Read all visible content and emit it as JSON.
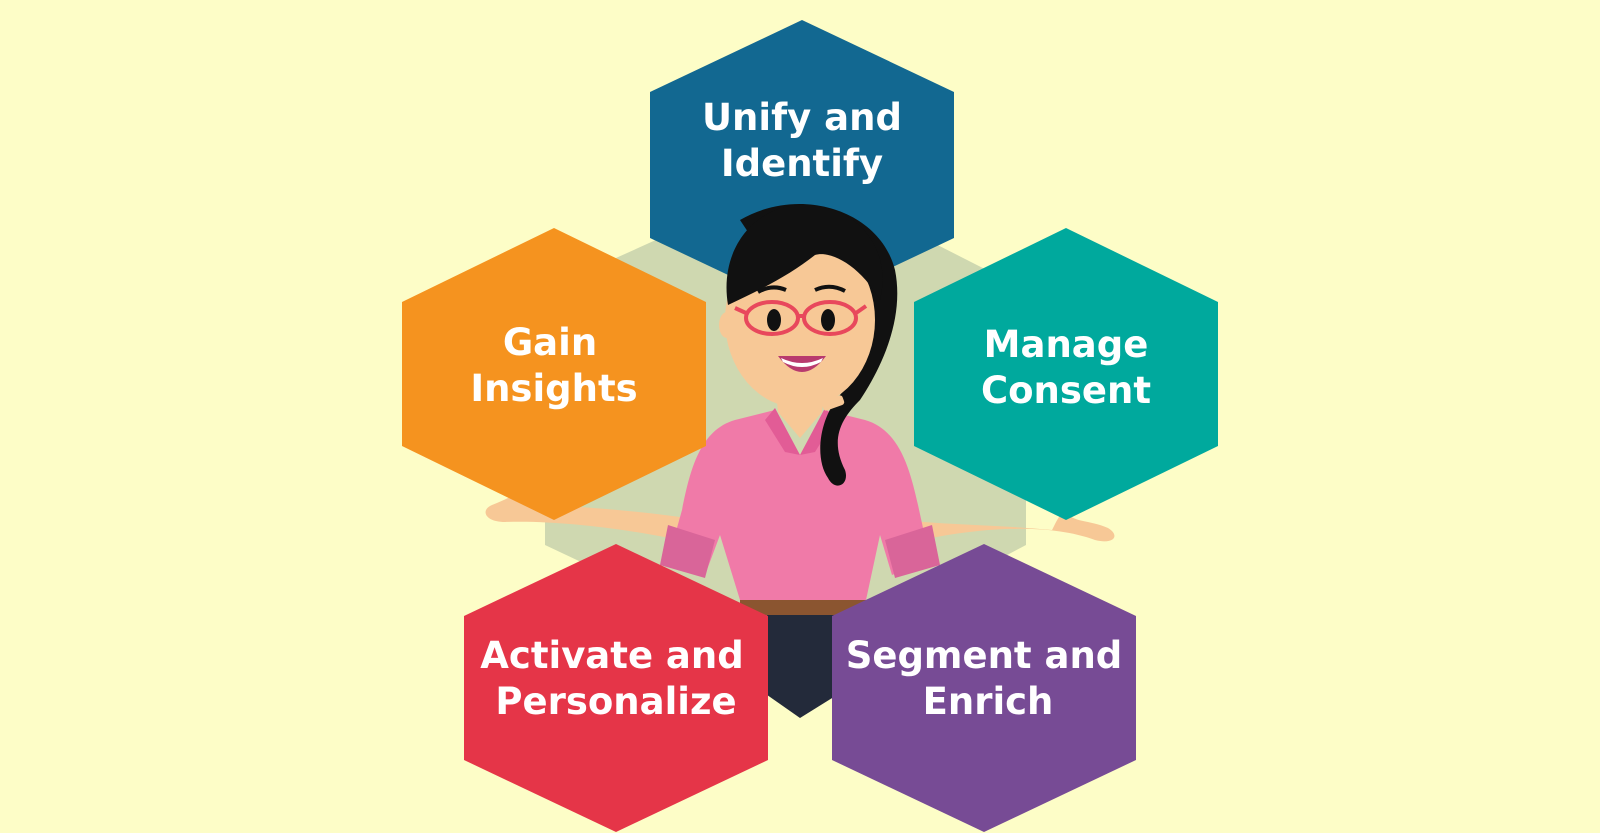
{
  "colors": {
    "background": "#fdfdc7",
    "backdrop_hex": "#cfd8b0",
    "unify": "#126891",
    "manage": "#00a99d",
    "segment": "#774b95",
    "activate": "#e53548",
    "gain": "#f5931f",
    "shirt": "#f07aa8",
    "hair": "#111111",
    "skin": "#f7c896",
    "glasses": "#e8485c",
    "belt": "#8b5530",
    "pants": "#232a3a"
  },
  "hexes": [
    {
      "id": "unify",
      "lines": [
        "Unify and",
        "Identify"
      ]
    },
    {
      "id": "manage",
      "lines": [
        "Manage",
        "Consent"
      ]
    },
    {
      "id": "segment",
      "lines": [
        "Segment and",
        "Enrich"
      ]
    },
    {
      "id": "activate",
      "lines": [
        "Activate and",
        "Personalize"
      ]
    },
    {
      "id": "gain",
      "lines": [
        "Gain",
        "Insights"
      ]
    }
  ],
  "figure": {
    "icon": "woman-with-glasses-illustration"
  }
}
